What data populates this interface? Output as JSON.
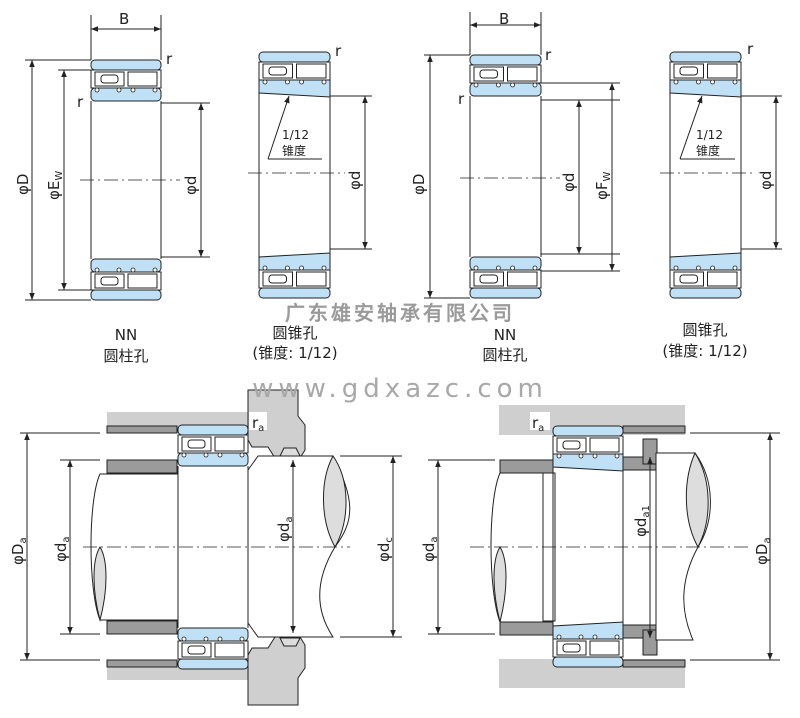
{
  "colors": {
    "ring_fill": "#bfe0f5",
    "housing_light": "#cfcfcf",
    "housing_dark": "#9b9b9b",
    "line": "#222222"
  },
  "fig_nn_cylindrical": {
    "width": "B",
    "radius": "r",
    "outer_dia": "φD",
    "raceway_dia": "φE",
    "raceway_sub": "W",
    "bore_dia": "φd",
    "caption_type": "NN",
    "caption_bore": "圆柱孔"
  },
  "fig_tapered": {
    "radius": "r",
    "taper_ratio": "1/12",
    "taper_label": "锥度",
    "bore_dia": "φd",
    "caption_bore": "圆锥孔",
    "caption_taper": "(锥度: 1/12)"
  },
  "fig_nn_cylindrical_2": {
    "width": "B",
    "radius": "r",
    "outer_dia": "φD",
    "bore_dia": "φd",
    "raceway_dia": "φF",
    "raceway_sub": "W",
    "caption_type": "NN",
    "caption_bore": "圆柱孔"
  },
  "fig_tapered_2": {
    "radius": "r",
    "taper_ratio": "1/12",
    "taper_label": "锥度",
    "bore_dia": "φd",
    "caption_bore": "圆锥孔",
    "caption_taper": "(锥度: 1/12)"
  },
  "mount_cylindrical": {
    "fillet": "r",
    "fillet_sub": "a",
    "housing_dia": "φD",
    "housing_sub": "a",
    "shoulder_dia": "φd",
    "shoulder_sub": "a",
    "shoulder_dia_2": "φd",
    "shoulder_sub_2": "a",
    "collar_dia": "φd",
    "collar_sub": "c"
  },
  "mount_tapered": {
    "fillet": "r",
    "fillet_sub": "a",
    "shoulder_dia": "φd",
    "shoulder_sub": "a",
    "nut_dia": "φd",
    "nut_sub": "a1",
    "housing_dia": "φD",
    "housing_sub": "a"
  },
  "watermark": {
    "company": "广东雄安轴承有限公司",
    "website": "www.gdxazc.com"
  }
}
